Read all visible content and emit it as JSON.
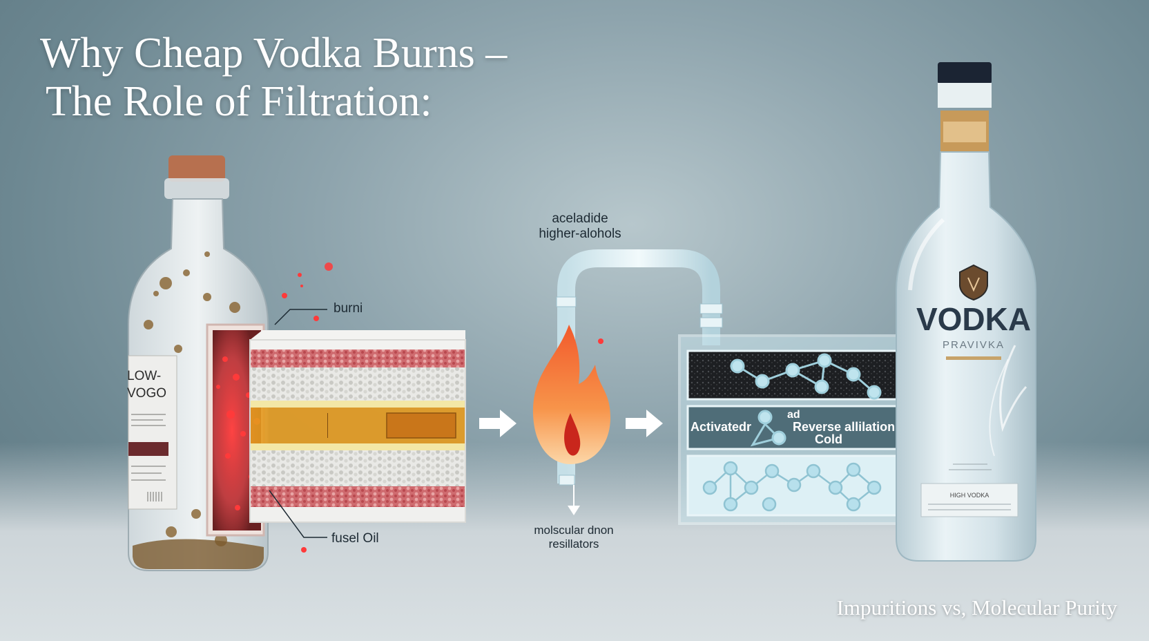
{
  "title": {
    "line1": "Why Cheap Vodka Burns –",
    "line2": "The Role of Filtration:"
  },
  "labels": {
    "burn": "burni",
    "fusel": "fusel Oil",
    "impurities_line1": "aceladide",
    "impurities_line2": "higher-alohols",
    "process_line1": "molscular dnon",
    "process_line2": "resillators",
    "activated": "Activatedr",
    "ad": "ad",
    "reverse": "Reverse allilation",
    "cold": "Cold"
  },
  "cheap_bottle": {
    "label_line1": "LOW-",
    "label_line2": "VOGO"
  },
  "premium_bottle": {
    "brand": "VODKA",
    "subtitle": "PRAVIVKA",
    "lower_label": "HIGH VODKA"
  },
  "caption": "Impuritions vs, Molecular Purity",
  "colors": {
    "background": "#7f98a1",
    "impurity_red": "#e8282b",
    "filter_amber": "#e49a1f",
    "flame_orange": "#f37a3a",
    "molecule_blue": "#bfe4ee"
  },
  "icons": [
    "flame-icon",
    "arrow-right-icon",
    "arrow-down-icon",
    "molecule-icon",
    "vodka-crest-icon"
  ]
}
